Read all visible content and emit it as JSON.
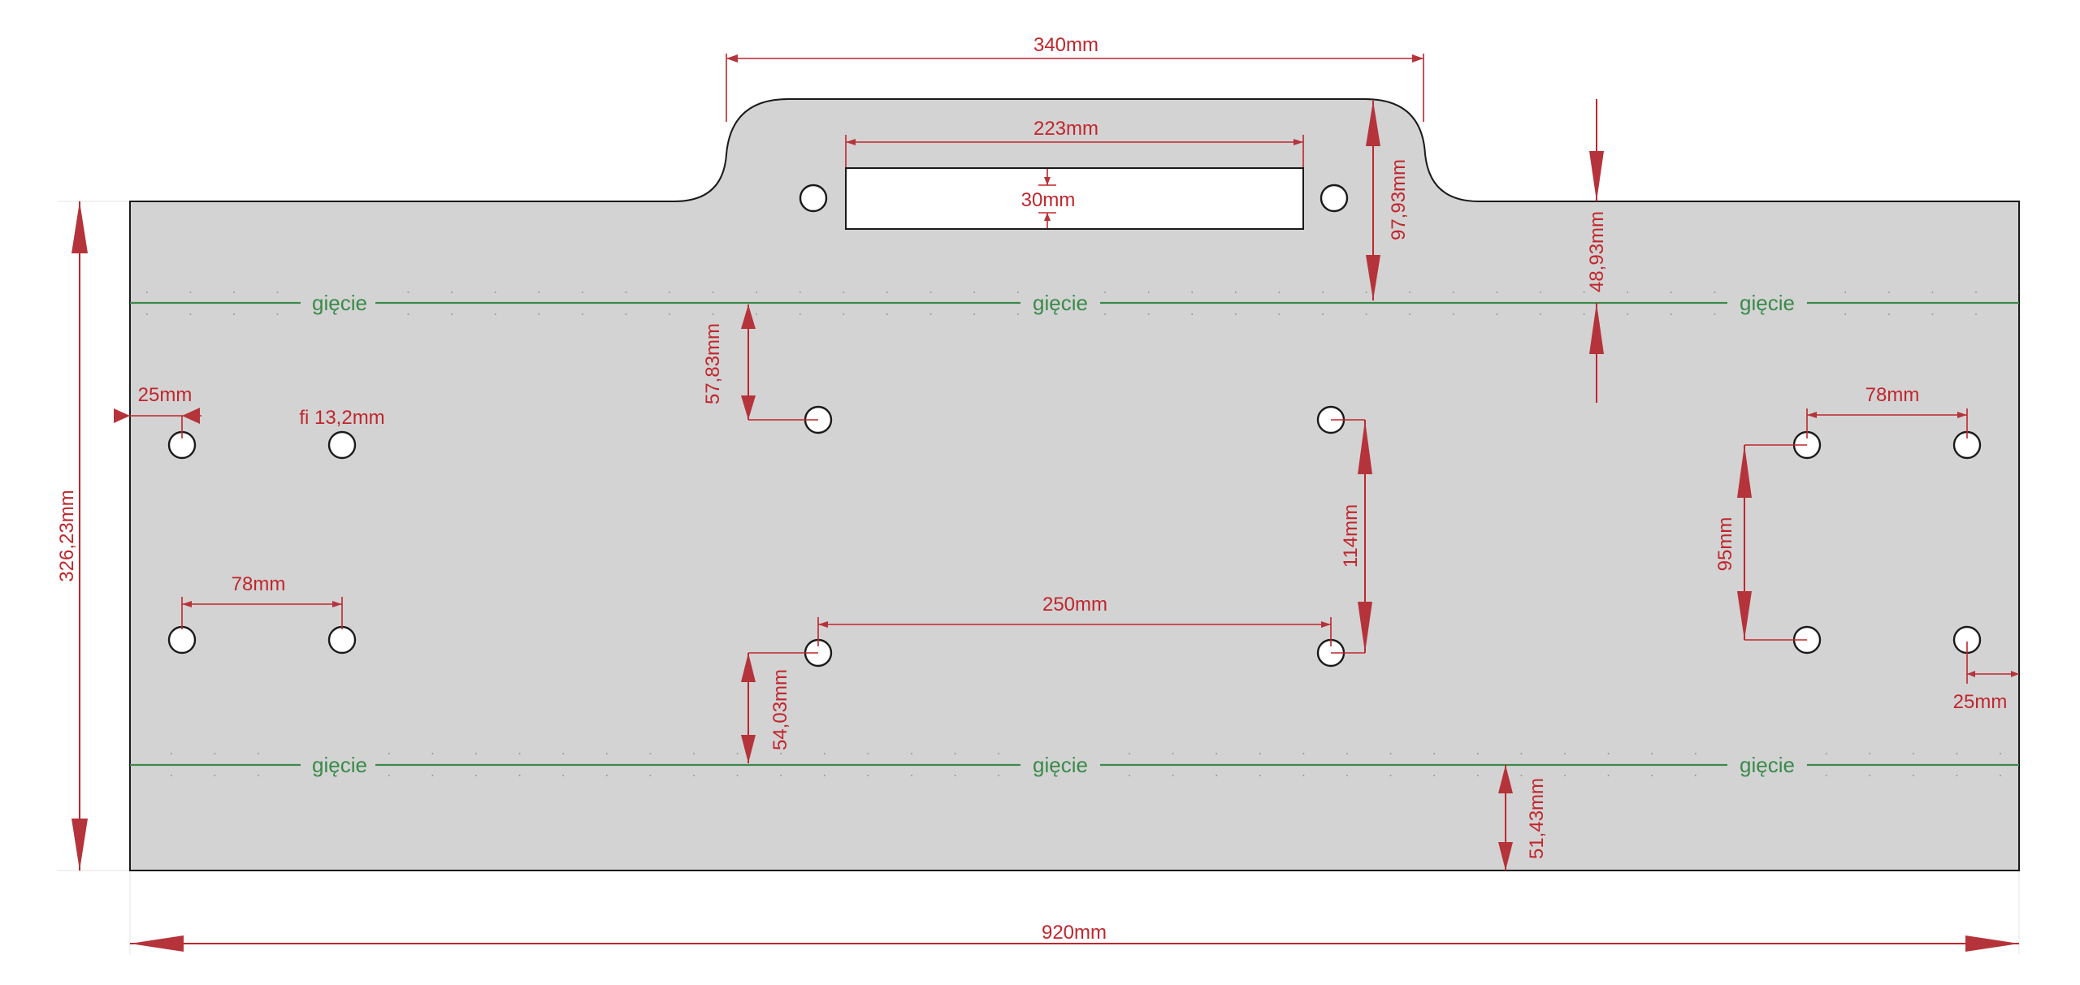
{
  "dimensions": {
    "overall_width": "920mm",
    "overall_height": "326,23mm",
    "tab_width": "340mm",
    "slot_width": "223mm",
    "slot_height": "30mm",
    "tab_to_bend": "97,93mm",
    "top_to_bend": "48,93mm",
    "bend_to_hole": "57,83mm",
    "edge_left": "25mm",
    "hole_diameter": "fi 13,2mm",
    "left_hole_spacing": "78mm",
    "right_hole_spacing": "78mm",
    "center_hole_spacing": "250mm",
    "center_vertical": "114mm",
    "right_vertical": "95mm",
    "hole_to_bend_bottom": "54,03mm",
    "edge_right": "25mm",
    "bottom_bend_offset": "51,43mm"
  },
  "bend_label": "gięcie",
  "colors": {
    "plate": "#d3d3d3",
    "dimension": "#c0262d",
    "bend": "#3a8a4a"
  }
}
